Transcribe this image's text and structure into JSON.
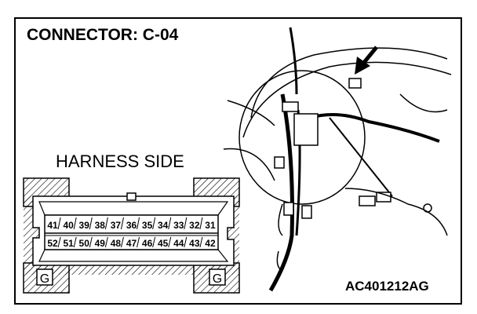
{
  "title": "CONNECTOR: C-04",
  "harness_label": "HARNESS SIDE",
  "figure_code": "AC401212AG",
  "connector": {
    "row_top": [
      "41",
      "40",
      "39",
      "38",
      "37",
      "36",
      "35",
      "34",
      "33",
      "32",
      "31"
    ],
    "row_bottom": [
      "52",
      "51",
      "50",
      "49",
      "48",
      "47",
      "46",
      "45",
      "44",
      "43",
      "42"
    ],
    "ground_marks": [
      "G",
      "G"
    ]
  }
}
